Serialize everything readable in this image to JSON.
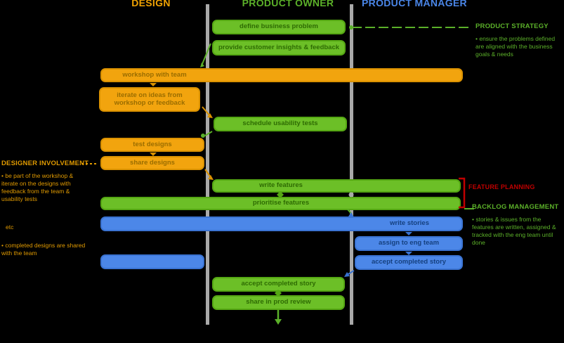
{
  "header": {
    "design": "DESIGN",
    "product_owner": "PRODUCT OWNER",
    "product_manager": "PRODUCT MANAGER"
  },
  "boxes": {
    "define_business_problem": "define business problem",
    "provide_customer_insights": "provide customer insights & feedback",
    "workshop_with_team": "workshop with team",
    "iterate_on_ideas": "iterate on ideas from workshop or feedback",
    "schedule_usability_tests": "schedule usability tests",
    "test_designs": "test designs",
    "share_designs": "share designs",
    "write_features": "write features",
    "prioritise_features": "prioritise features",
    "write_stories": "write stories",
    "assign_to_eng_team": "assign to eng team",
    "accept_completed_story_pm": "accept completed story",
    "accept_completed_story_po": "accept completed story",
    "share_in_prod_review": "share in prod review"
  },
  "annotations": {
    "top_right": {
      "title": "PRODUCT STRATEGY",
      "body": "• ensure the problems defined are aligned with the business goals & needs"
    },
    "mid_right": {
      "title": "BACKLOG MANAGEMENT",
      "body": "• stories & issues from the features are written, assigned & tracked with the eng team until done"
    },
    "left": {
      "title": "DESIGNER INVOLVEMENT",
      "bullet1": "• be part of the workshop & iterate on the designs with feedback from the team & usability tests",
      "etc": "etc",
      "bullet2": "• completed designs are shared with the team"
    },
    "feature_planning": "FEATURE PLANNING"
  },
  "colors": {
    "orange": "#f2a40e",
    "green": "#6cbf27",
    "blue": "#4c87e8",
    "red": "#c00000",
    "divider": "#a9a9a9",
    "background": "#000000"
  }
}
